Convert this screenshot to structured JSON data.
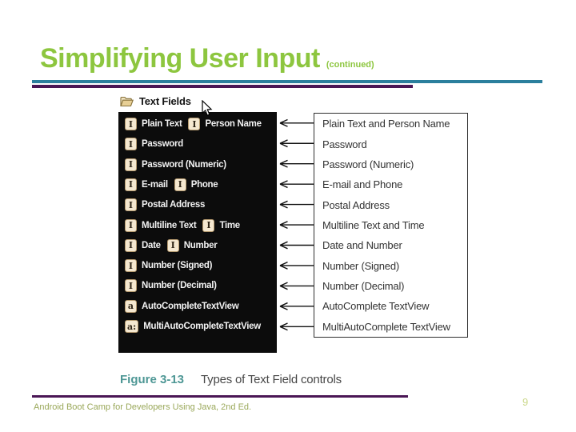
{
  "slide": {
    "title": "Simplifying User Input",
    "title_suffix": "(continued)",
    "footer": "Android Boot Camp for Developers Using Java, 2nd Ed.",
    "page_number": "9"
  },
  "figure": {
    "palette_header": "Text Fields",
    "panel_rows": [
      [
        {
          "icon": "I",
          "label": "Plain Text"
        },
        {
          "icon": "I",
          "label": "Person Name"
        }
      ],
      [
        {
          "icon": "I",
          "label": "Password"
        }
      ],
      [
        {
          "icon": "I",
          "label": "Password (Numeric)"
        }
      ],
      [
        {
          "icon": "I",
          "label": "E-mail"
        },
        {
          "icon": "I",
          "label": "Phone"
        }
      ],
      [
        {
          "icon": "I",
          "label": "Postal Address"
        }
      ],
      [
        {
          "icon": "I",
          "label": "Multiline Text"
        },
        {
          "icon": "I",
          "label": "Time"
        }
      ],
      [
        {
          "icon": "I",
          "label": "Date"
        },
        {
          "icon": "I",
          "label": "Number"
        }
      ],
      [
        {
          "icon": "I",
          "label": "Number (Signed)"
        }
      ],
      [
        {
          "icon": "I",
          "label": "Number (Decimal)"
        }
      ],
      [
        {
          "icon": "a",
          "label": "AutoCompleteTextView"
        }
      ],
      [
        {
          "icon": "a:",
          "label": "MultiAutoCompleteTextView"
        }
      ]
    ],
    "callouts": [
      "Plain Text and Person Name",
      "Password",
      "Password (Numeric)",
      "E-mail and Phone",
      "Postal Address",
      "Multiline Text and Time",
      "Date and Number",
      "Number (Signed)",
      "Number (Decimal)",
      "AutoComplete TextView",
      "MultiAutoComplete TextView"
    ],
    "caption_label": "Figure 3-13",
    "caption_text": "Types of Text Field controls"
  },
  "colors": {
    "title_green": "#8dc63f",
    "rule_teal": "#2b7f9d",
    "rule_purple": "#4a1655",
    "header_text": "#141414",
    "panel_bg": "#0c0c0c",
    "panel_text": "#f2f2f2",
    "icon_bg": "#f5e8d0",
    "icon_border": "#b59a6f",
    "icon_glyph": "#2f2517",
    "callout_border": "#2f2f2f",
    "callout_text": "#333333",
    "arrow": "#111111",
    "caption_teal": "#4e9795",
    "caption_text": "#474747",
    "footer_text": "#9aa85a",
    "page_number": "#cbd88a"
  }
}
